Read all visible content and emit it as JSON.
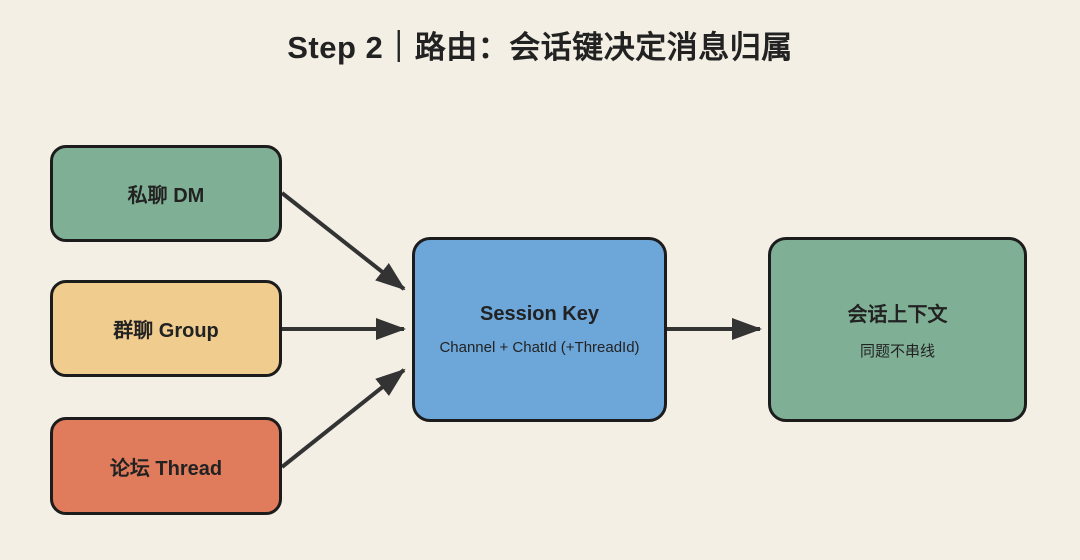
{
  "title": "Step 2｜路由：会话键决定消息归属",
  "colors": {
    "background": "#f3efe4",
    "border": "#1c1c1c",
    "arrow": "#333333",
    "text": "#222222"
  },
  "nodes": {
    "dm": {
      "label": "私聊 DM",
      "fill": "#7fb096"
    },
    "group": {
      "label": "群聊 Group",
      "fill": "#f0cd8e"
    },
    "thread": {
      "label": "论坛 Thread",
      "fill": "#e07b5c"
    },
    "session": {
      "label": "Session Key",
      "sublabel": "Channel + ChatId (+ThreadId)",
      "fill": "#6da7da"
    },
    "context": {
      "label": "会话上下文",
      "sublabel": "同题不串线",
      "fill": "#7fb096"
    }
  }
}
